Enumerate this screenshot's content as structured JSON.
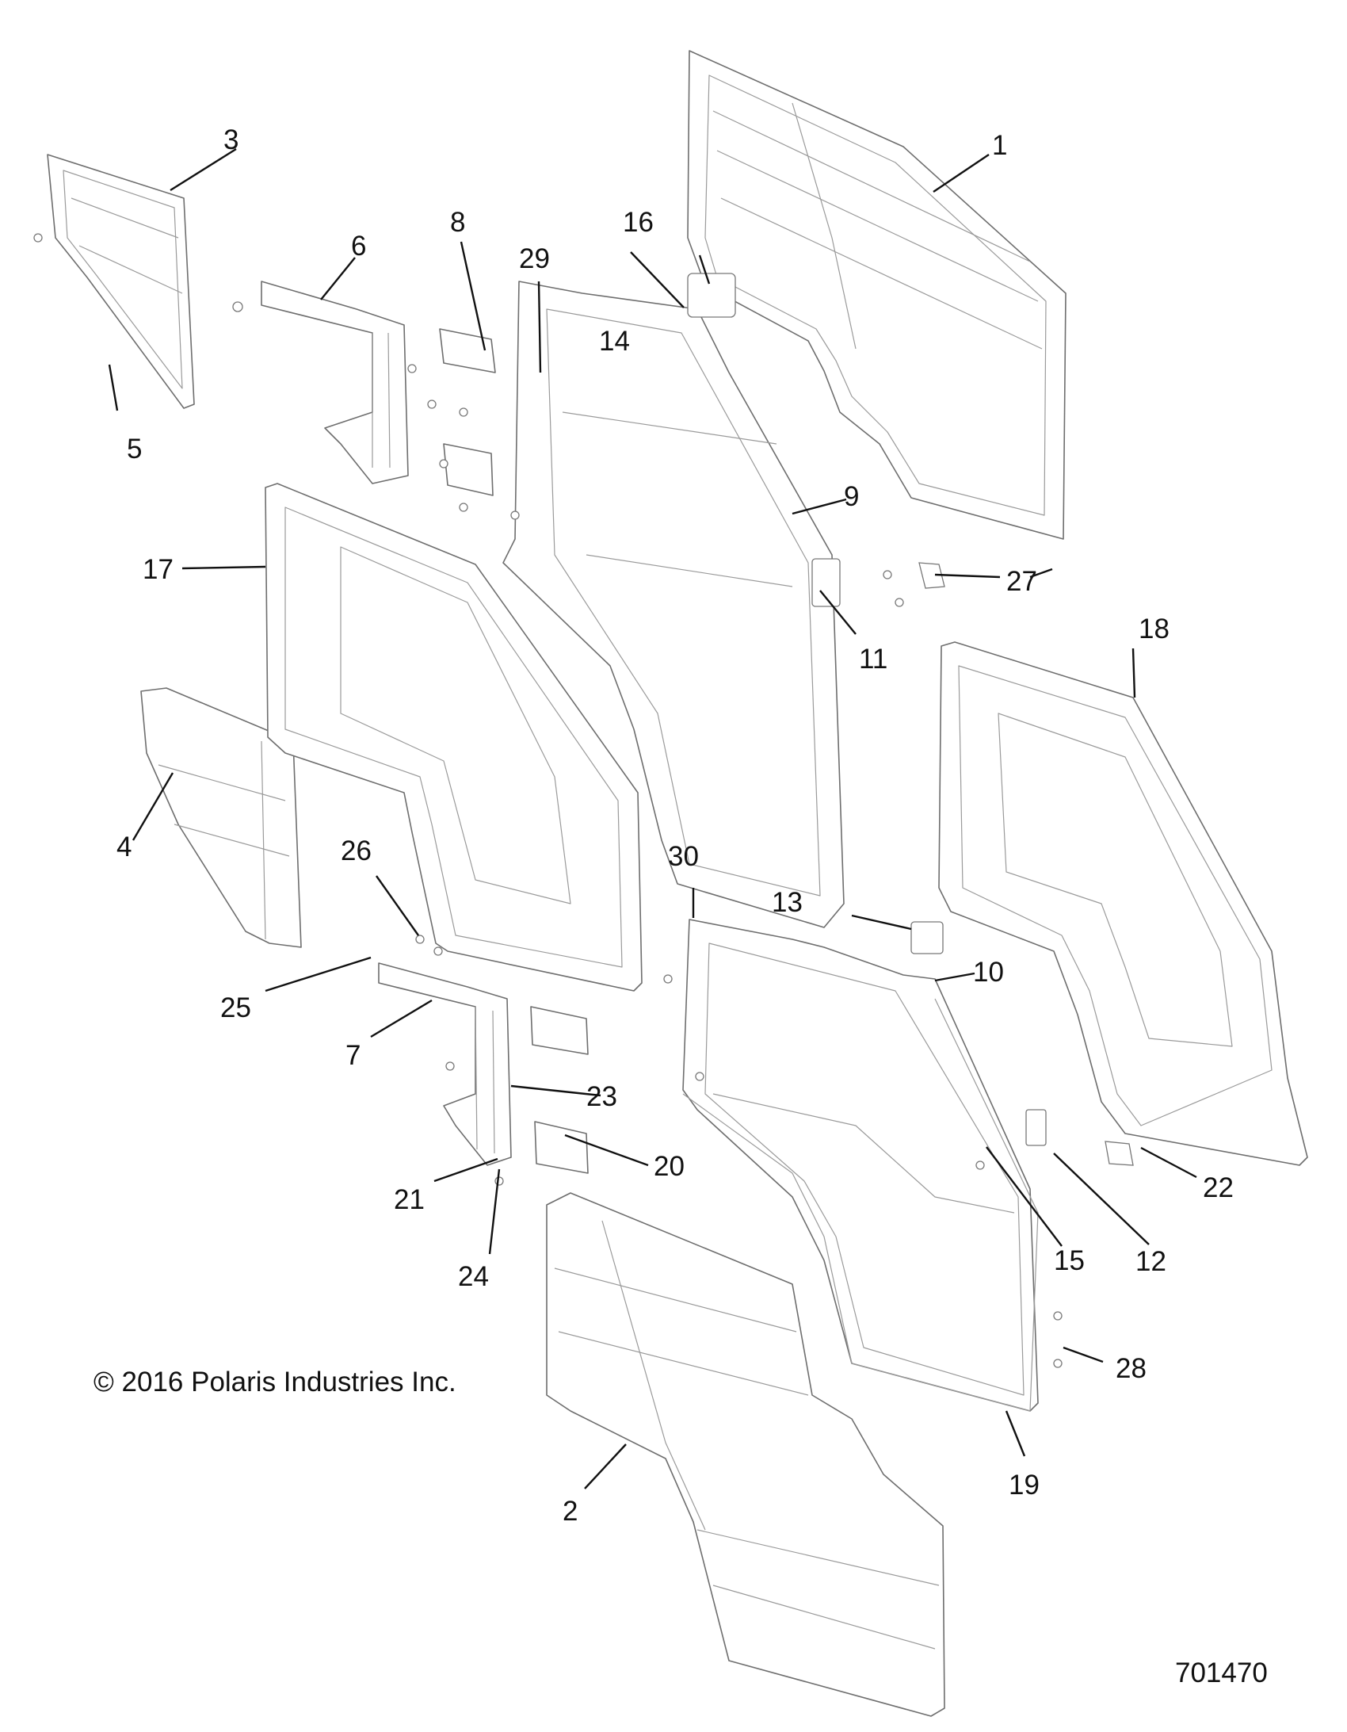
{
  "copyright": "© 2016 Polaris Industries Inc.",
  "figure_number": "701470",
  "callouts": [
    "1",
    "2",
    "3",
    "4",
    "5",
    "6",
    "7",
    "8",
    "9",
    "10",
    "11",
    "12",
    "13",
    "14",
    "15",
    "16",
    "17",
    "18",
    "19",
    "20",
    "21",
    "22",
    "23",
    "24",
    "25",
    "26",
    "27",
    "28",
    "29",
    "30"
  ]
}
